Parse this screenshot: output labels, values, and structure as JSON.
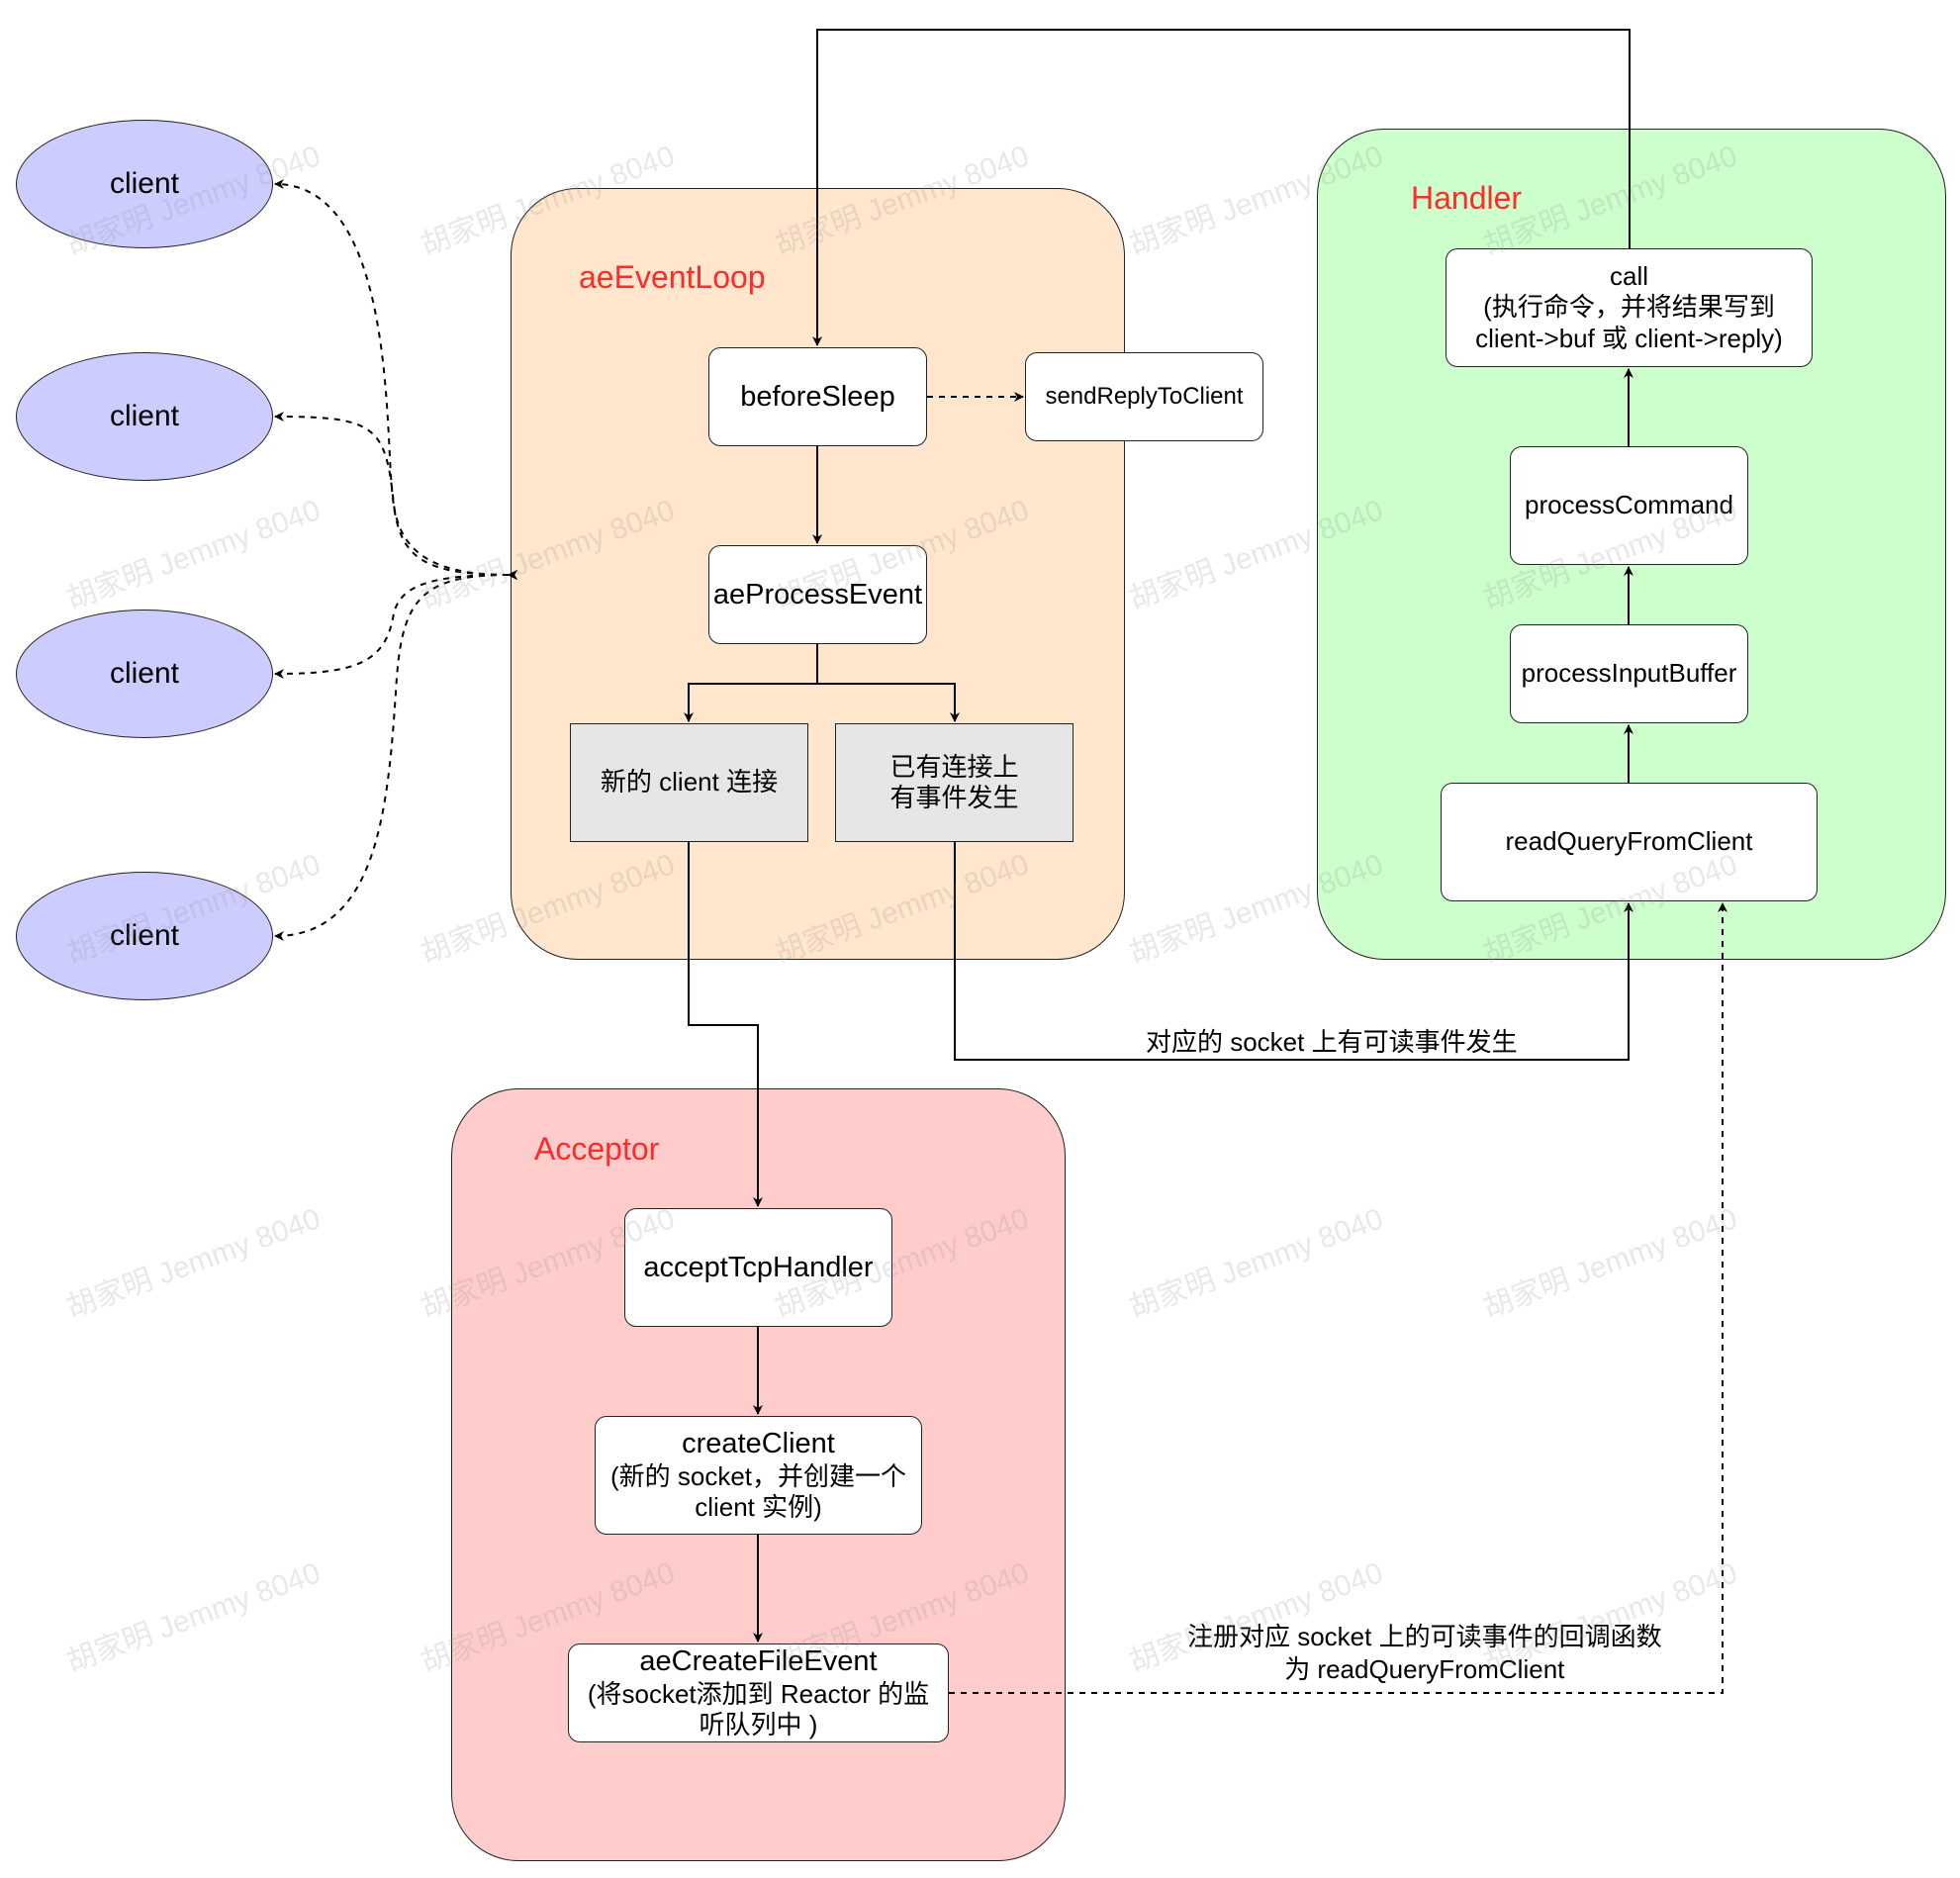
{
  "groups": {
    "event_loop": {
      "title": "aeEventLoop",
      "fill": "#ffe6cc"
    },
    "handler": {
      "title": "Handler",
      "fill": "#ccffcc"
    },
    "acceptor": {
      "title": "Acceptor",
      "fill": "#ffcccc"
    }
  },
  "clients": [
    "client",
    "client",
    "client",
    "client"
  ],
  "nodes": {
    "before_sleep": "beforeSleep",
    "send_reply": "sendReplyToClient",
    "ae_process_event": "aeProcessEvent",
    "new_client": "新的 client 连接",
    "existing_event": [
      "已有连接上",
      "有事件发生"
    ],
    "call": [
      "call",
      "(执行命令，并将结果写到",
      "client->buf 或 client->reply)"
    ],
    "process_command": "processCommand",
    "process_input_buffer": "processInputBuffer",
    "read_query": "readQueryFromClient",
    "accept_tcp_handler": "acceptTcpHandler",
    "create_client": [
      "createClient",
      "(新的 socket，并创建一个",
      "client 实例)"
    ],
    "ae_create_file_event": [
      "aeCreateFileEvent",
      "(将socket添加到 Reactor 的监",
      "听队列中 )"
    ]
  },
  "edge_labels": {
    "readable_event": "对应的 socket 上有可读事件发生",
    "register_callback": [
      "注册对应 socket 上的可读事件的回调函数",
      "为 readQueryFromClient"
    ]
  },
  "watermark": "胡家明 Jemmy 8040",
  "colors": {
    "client_fill": "#ccccff",
    "gray_fill": "#e6e6e6",
    "title_red": "#ff2a2a"
  }
}
